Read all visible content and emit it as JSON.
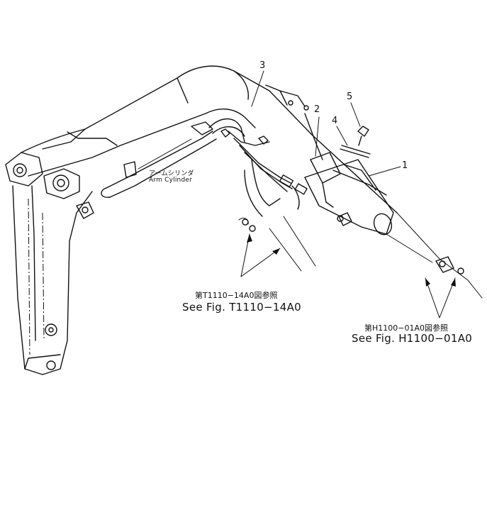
{
  "callouts": [
    "1",
    "2",
    "3",
    "4",
    "5"
  ],
  "arm_cylinder": {
    "jp": "アームシリンダ",
    "en": "Arm Cylinder"
  },
  "ref_left": {
    "jp": "第T1110−14A0図参照",
    "en": "See Fig. T1110−14A0"
  },
  "ref_right": {
    "jp": "第H1100−01A0図参照",
    "en": "See Fig. H1100−01A0"
  }
}
